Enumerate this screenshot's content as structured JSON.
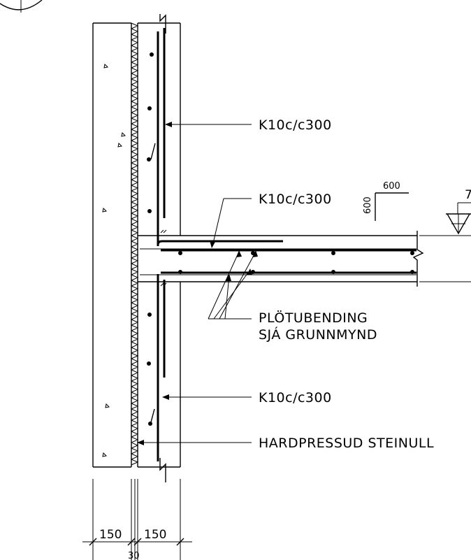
{
  "labels": {
    "rebar_top": "K10c/c300",
    "rebar_mid": "K10c/c300",
    "rebar_bottom": "K10c/c300",
    "slab_note_line1": "PLÖTUBENDING",
    "slab_note_line2": "SJÁ GRUNNMYND",
    "insulation": "HARDPRESSUD STEINULL"
  },
  "detail_box": {
    "width": "600",
    "height": "600"
  },
  "elevation_marker": "7",
  "dimensions": {
    "outer_wall": "150",
    "inner_wall": "150",
    "gap": "30"
  }
}
